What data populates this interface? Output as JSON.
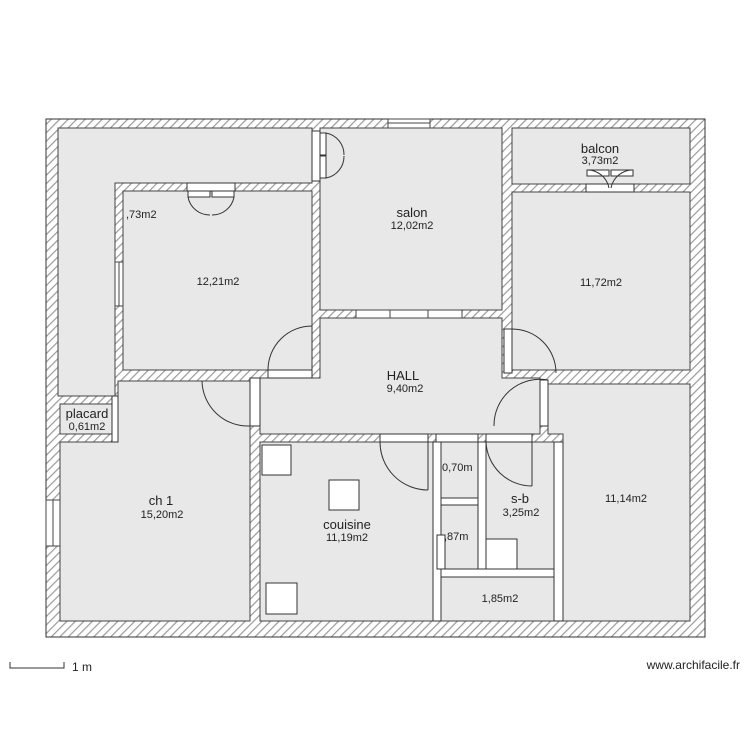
{
  "colors": {
    "wall_fill": "#ffffff",
    "wall_hatch": "#9a9a9a",
    "wall_outline": "#333333",
    "room_fill": "#e8e8e8",
    "text": "#222222"
  },
  "rooms": {
    "corridor": {
      "area": ",73m2"
    },
    "bedroom_left": {
      "area": "12,21m2"
    },
    "salon": {
      "name": "salon",
      "area": "12,02m2"
    },
    "balcon": {
      "name": "balcon",
      "area": "3,73m2"
    },
    "bedroom_right_top": {
      "area": "11,72m2"
    },
    "hall": {
      "name": "HALL",
      "area": "9,40m2"
    },
    "placard": {
      "name": "placard",
      "area": "0,61m2"
    },
    "ch1": {
      "name": "ch 1",
      "area": "15,20m2"
    },
    "cuisine": {
      "name": "couisine",
      "area": "11,19m2"
    },
    "wc_top": {
      "area": "0,70m"
    },
    "wc_mid": {
      "area": ",87m"
    },
    "sdb": {
      "name": "s-b",
      "area": "3,25m2"
    },
    "storage": {
      "area": "1,85m2"
    },
    "bedroom_right_bottom": {
      "area": "11,14m2"
    }
  },
  "scale": {
    "label": "1 m"
  },
  "watermark": {
    "text": "www.archifacile.fr"
  }
}
